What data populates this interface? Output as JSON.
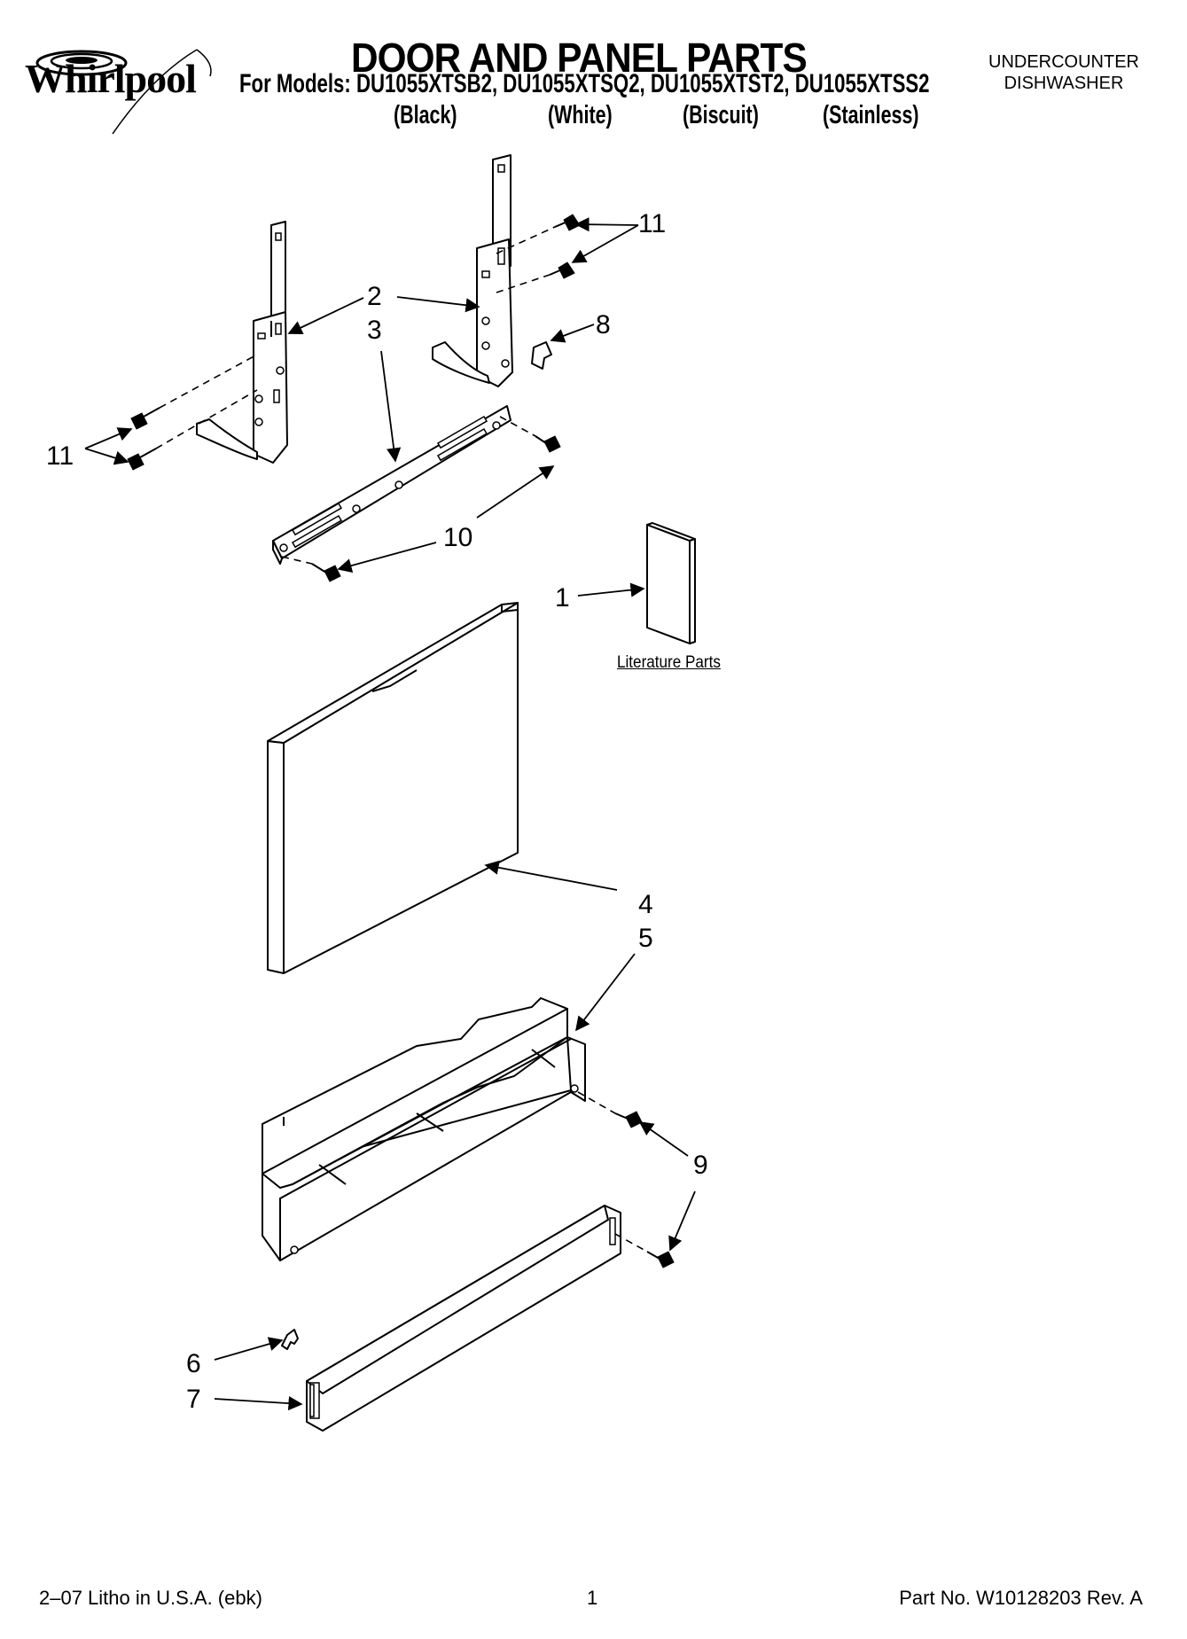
{
  "header": {
    "brand": "Whirlpool",
    "title": "DOOR AND PANEL PARTS",
    "models_line": "For Models: DU1055XTSB2, DU1055XTSQ2, DU1055XTST2, DU1055XTSS2",
    "variants": [
      "(Black)",
      "(White)",
      "(Biscuit)",
      "(Stainless)"
    ],
    "category_line1": "UNDERCOUNTER",
    "category_line2": "DISHWASHER"
  },
  "callouts": {
    "c1": "1",
    "c2": "2",
    "c3": "3",
    "c4": "4",
    "c5": "5",
    "c6": "6",
    "c7": "7",
    "c8": "8",
    "c9": "9",
    "c10": "10",
    "c11a": "11",
    "c11b": "11"
  },
  "literature_label": "Literature Parts",
  "footer": {
    "left": "2–07 Litho in U.S.A. (ebk)",
    "page": "1",
    "right": "Part No. W10128203 Rev. A"
  }
}
